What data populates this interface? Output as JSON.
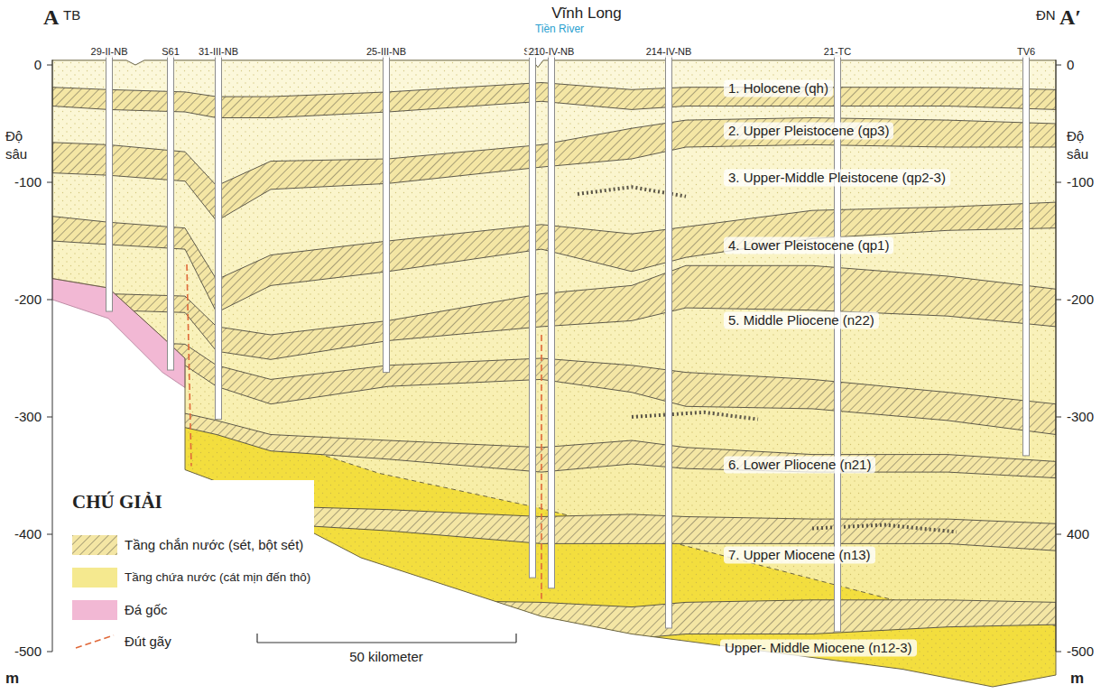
{
  "diagram": {
    "labels": [
      "A",
      "TB",
      "Vĩnh Long",
      "Tiền River",
      "ĐN",
      "A′",
      "29-II-NB",
      "S61",
      "31-III-NB",
      "25-III-NB",
      "S45",
      "210-IV-NB",
      "214-IV-NB",
      "21-TC",
      "TV6",
      "0",
      "-100",
      "-200",
      "-300",
      "-400",
      "-500",
      "Độ sâu",
      "m",
      "0",
      "-100",
      "-200",
      "-300",
      "400",
      "-500",
      "Độ sâu",
      "m",
      "1. Holocene (qh)",
      "2. Upper Pleistocene (qp3)",
      "3. Upper-Middle Pleistocene (qp2-3)",
      "4. Lower Pleistocene (qp1)",
      "5. Middle Pliocene (n22)",
      "6. Lower Pliocene (n21)",
      "7. Upper Miocene (n13)",
      "Upper- Middle Miocene (n12-3)",
      "CHÚ GIẢI",
      "50 kilometer"
    ],
    "legend": [
      {
        "text": "Tầng chắn nước (sét, bột sét)"
      },
      {
        "text": "Tầng chứa nước (cát mịn đến thô)",
        "color": "#f5e98f"
      },
      {
        "text": "Đá gốc",
        "color": "#f2b8d4"
      },
      {
        "text": "Đút gãy"
      }
    ]
  }
}
